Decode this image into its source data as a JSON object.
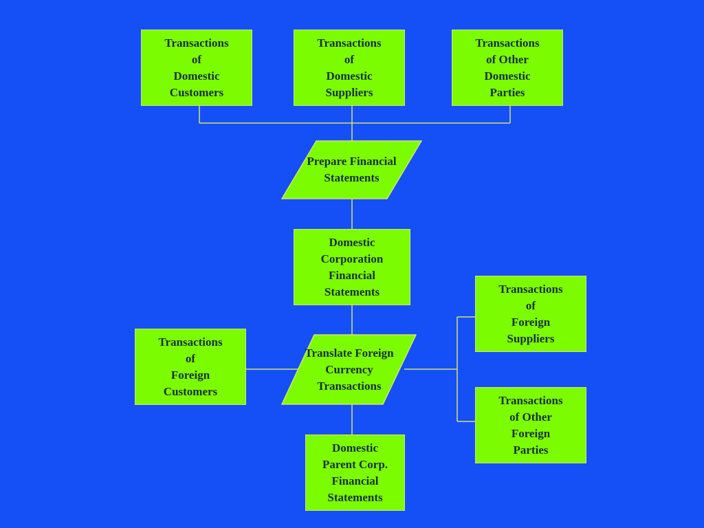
{
  "colors": {
    "background": "#1450f5",
    "node_fill": "#7cfc00",
    "node_border": "#d8e070",
    "connector": "#d8e070",
    "text": "#1a2e3a"
  },
  "nodes": {
    "domestic_customers": [
      "Transactions",
      "of",
      "Domestic",
      "Customers"
    ],
    "domestic_suppliers": [
      "Transactions",
      "of",
      "Domestic",
      "Suppliers"
    ],
    "other_domestic": [
      "Transactions",
      "of Other",
      "Domestic",
      "Parties"
    ],
    "prepare_fs": [
      "Prepare",
      "Financial",
      "Statements"
    ],
    "domestic_corp_fs": [
      "Domestic",
      "Corporation",
      "Financial",
      "Statements"
    ],
    "foreign_suppliers": [
      "Transactions",
      "of",
      "Foreign",
      "Suppliers"
    ],
    "foreign_customers": [
      "Transactions",
      "of",
      "Foreign",
      "Customers"
    ],
    "translate": [
      "Translate",
      "Foreign",
      "Currency",
      "Transactions"
    ],
    "other_foreign": [
      "Transactions",
      "of Other",
      "Foreign",
      "Parties"
    ],
    "parent_fs": [
      "Domestic",
      "Parent Corp.",
      "Financial",
      "Statements"
    ]
  }
}
